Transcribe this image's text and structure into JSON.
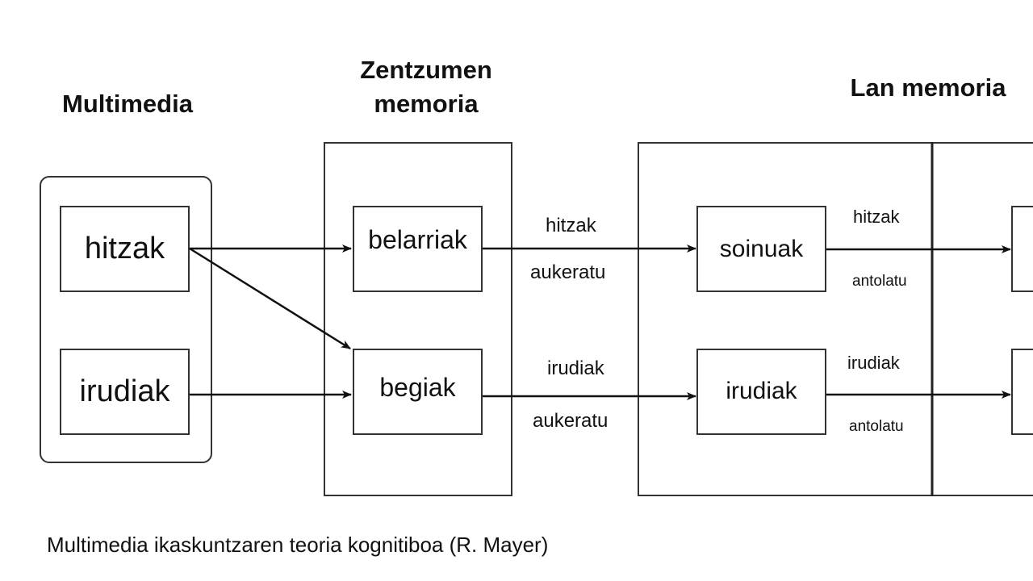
{
  "headings": {
    "multimedia": "Multimedia",
    "zentzumen_line1": "Zentzumen",
    "zentzumen_line2": "memoria",
    "lan": "Lan memoria"
  },
  "nodes": {
    "hitzak": "hitzak",
    "irudiak_input": "irudiak",
    "belarriak": "belarriak",
    "begiak": "begiak",
    "soinuak": "soinuak",
    "irudiak_working": "irudiak"
  },
  "edge_labels": {
    "top_select_word": "hitzak",
    "top_select_action": "aukeratu",
    "bottom_select_word": "irudiak",
    "bottom_select_action": "aukeratu",
    "top_organize_word": "hitzak",
    "top_organize_action": "antolatu",
    "bottom_organize_word": "irudiak",
    "bottom_organize_action": "antolatu"
  },
  "caption": "Multimedia ikaskuntzaren teoria kognitiboa (R. Mayer)",
  "colors": {
    "stroke": "#333333",
    "text": "#111111",
    "background": "#ffffff"
  }
}
